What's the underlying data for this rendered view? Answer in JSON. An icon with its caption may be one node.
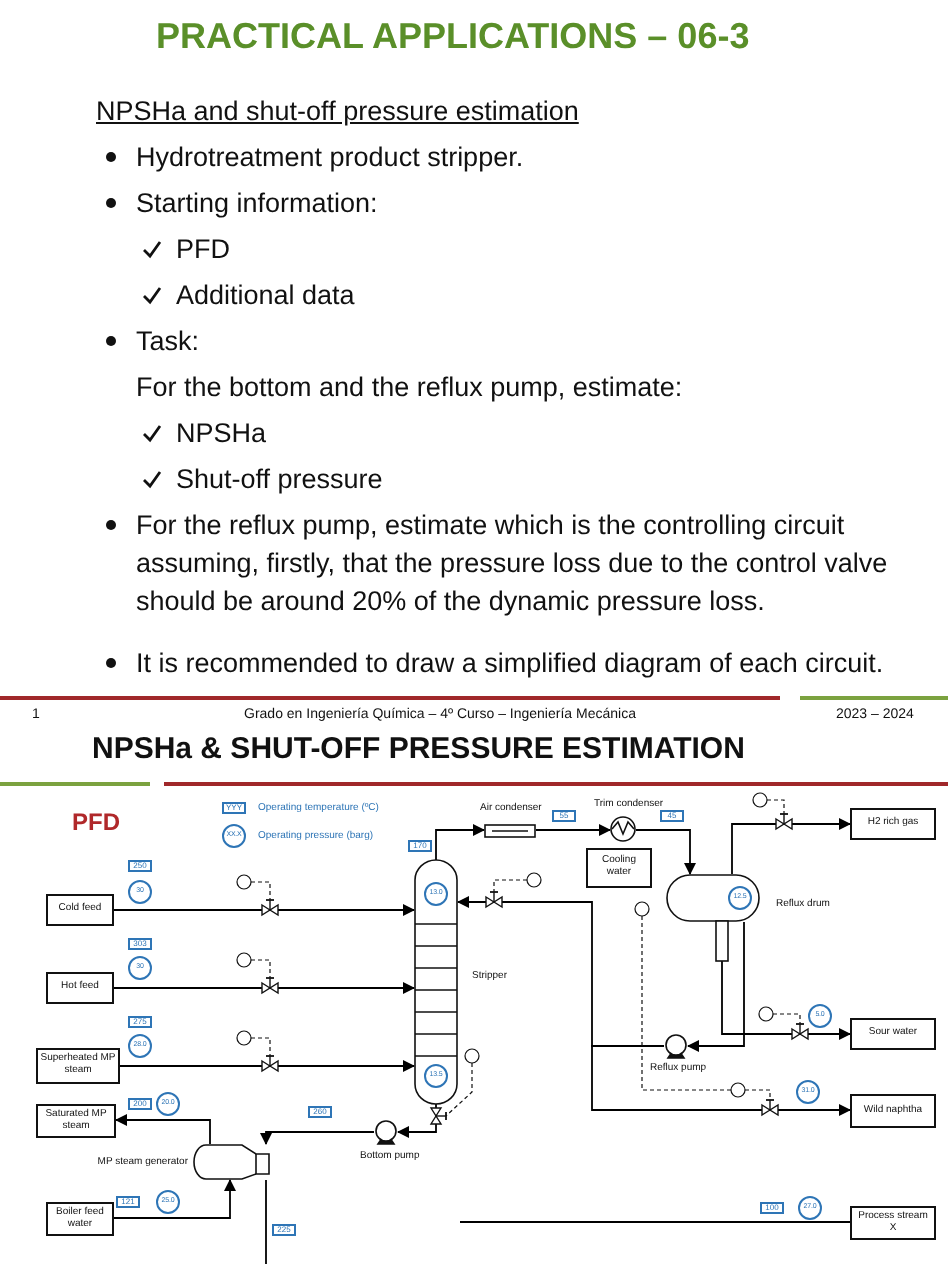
{
  "diagram": {
    "title": "PRACTICAL APPLICATIONS – 06-3",
    "nodes": [
      {
        "text": [
          "Cold feed"
        ]
      },
      {
        "text": [
          "Hot feed"
        ]
      },
      {
        "text": [
          "Superheated MP steam"
        ]
      },
      {
        "text": [
          "Saturated MP steam"
        ]
      },
      {
        "text": [
          "Boiler feed water"
        ]
      },
      {
        "text": [
          "Stripper"
        ]
      },
      {
        "text": [
          "Air condenser"
        ]
      },
      {
        "text": [
          "Trim condenser"
        ]
      },
      {
        "text": [
          "Cooling water"
        ]
      },
      {
        "text": [
          "Reflux drum"
        ]
      },
      {
        "text": [
          "H2 rich gas"
        ]
      },
      {
        "text": [
          "Sour water"
        ]
      },
      {
        "text": [
          "Wild naphtha"
        ]
      },
      {
        "text": [
          "Reflux pump"
        ]
      },
      {
        "text": [
          "Bottom pump"
        ]
      },
      {
        "text": [
          "MP steam generator"
        ]
      },
      {
        "text": [
          "Process stream X"
        ]
      }
    ],
    "edges": [
      {
        "from": 0,
        "to": 5,
        "arrow": "to"
      },
      {
        "from": 1,
        "to": 5,
        "arrow": "to"
      },
      {
        "from": 2,
        "to": 5,
        "arrow": "to"
      },
      {
        "from": 5,
        "to": 14,
        "arrow": "to"
      },
      {
        "from": 14,
        "to": 15,
        "arrow": "to"
      },
      {
        "from": 15,
        "to": 3,
        "arrow": "to"
      },
      {
        "from": 4,
        "to": 15,
        "arrow": "to"
      },
      {
        "from": 5,
        "to": 6,
        "arrow": "to"
      },
      {
        "from": 6,
        "to": 7,
        "arrow": "to"
      },
      {
        "from": 7,
        "to": 9,
        "arrow": "to"
      },
      {
        "from": 9,
        "to": 10,
        "arrow": "to"
      },
      {
        "from": 9,
        "to": 11,
        "arrow": "to"
      },
      {
        "from": 9,
        "to": 13,
        "arrow": "to"
      },
      {
        "from": 13,
        "to": 5,
        "arrow": "to"
      },
      {
        "from": 13,
        "to": 12,
        "arrow": "to"
      },
      {
        "from": null,
        "to": 16,
        "arrow": "none"
      },
      {
        "from": 15,
        "to": null,
        "arrow": "none"
      }
    ],
    "labels": [
      "NPSHa and shut-off pressure estimation",
      "Hydrotreatment product stripper.",
      "Starting information:",
      "PFD",
      "Additional data",
      "Task:",
      "For the bottom and the reflux pump, estimate:",
      "NPSHa",
      "Shut-off pressure",
      "For the reflux pump, estimate which is the controlling circuit assuming, firstly, that the pressure loss due to the control valve should be around 20% of the dynamic pressure loss.",
      "It is recommended to draw a simplified diagram of each circuit.",
      "1",
      "Grado en Ingeniería Química – 4º Curso – Ingeniería Mecánica",
      "2023 – 2024",
      "NPSHa & SHUT-OFF PRESSURE ESTIMATION",
      "PFD",
      "YYY",
      "XX.X",
      "250",
      "30",
      "303",
      "30",
      "275",
      "28.0",
      "200",
      "20.0",
      "121",
      "25.0",
      "170",
      "55",
      "45",
      "13.0",
      "13.5",
      "12.5",
      "5.0",
      "31.0",
      "260",
      "225",
      "100",
      "27.0"
    ],
    "legend": [
      {
        "text": "Operating temperature (ºC)"
      },
      {
        "text": "Operating pressure (barg)"
      }
    ]
  }
}
